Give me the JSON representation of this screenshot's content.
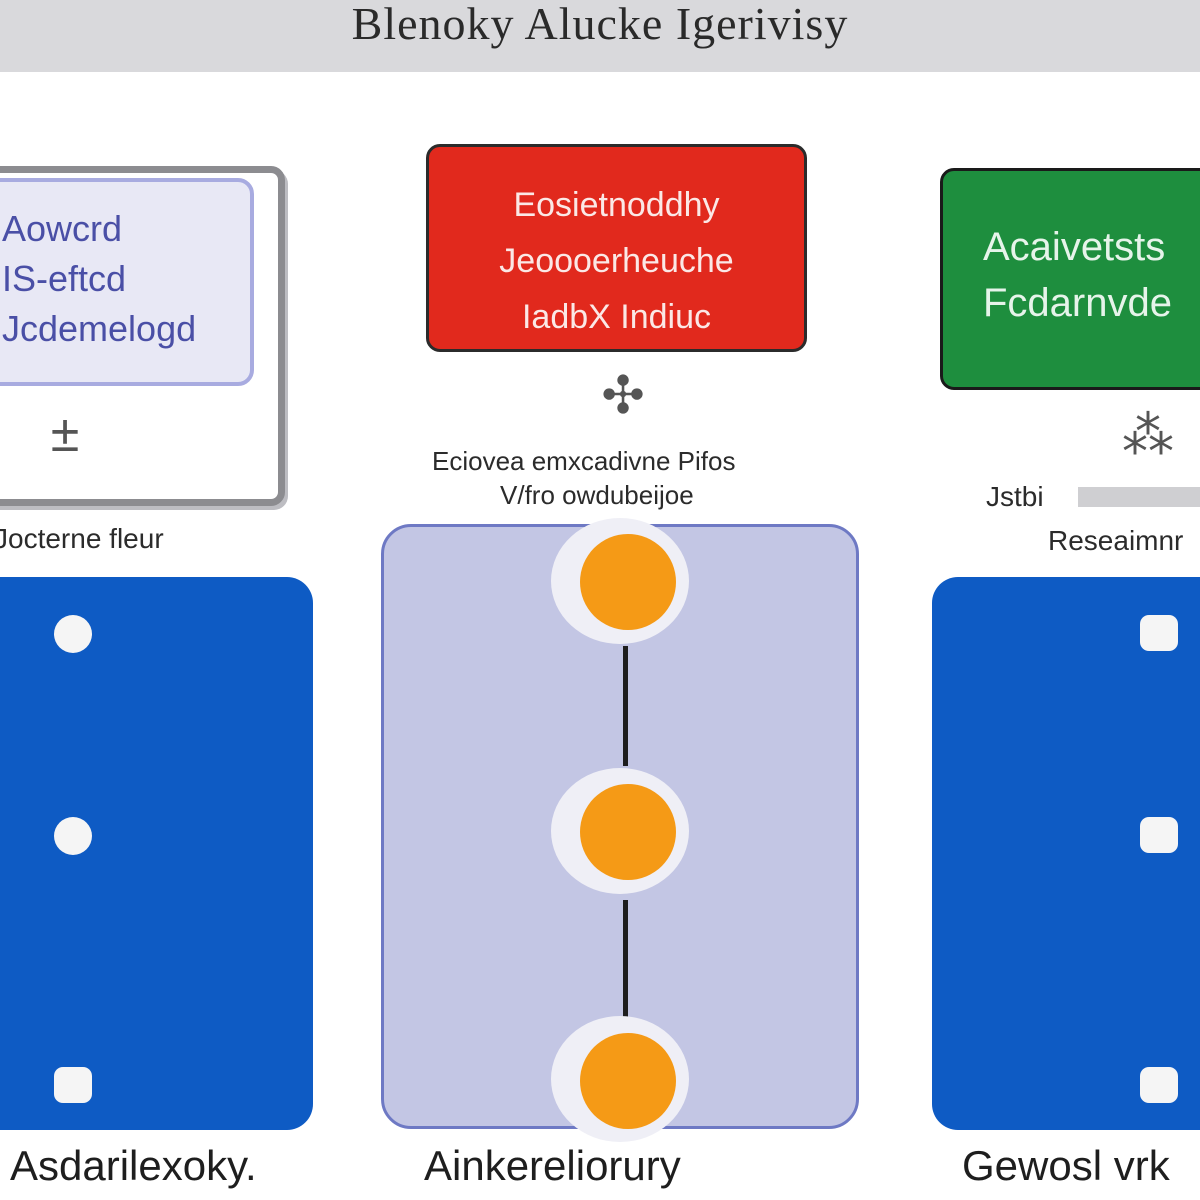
{
  "title": "Blenoky Alucke Igerivisy",
  "top_left_box": {
    "lines": [
      "Aowcrd",
      "IS-eftcd",
      "Jcdemelogd"
    ],
    "symbol": "±",
    "caption": "Jocterne fleur"
  },
  "top_center_box": {
    "lines": [
      "Eosietnoddhy",
      "Jeoooerheuche",
      "IadbX Indiuc"
    ],
    "symbol": "✣",
    "caption_lines": [
      "Eciovea emxcadivne Pifos",
      "V/fro owdubeijoe"
    ]
  },
  "top_right_box": {
    "lines": [
      "Acaivetsts",
      "Fcdarnvde"
    ],
    "symbol": "⁂",
    "caption_lines": [
      "Jstbi",
      "Reseaimnr"
    ]
  },
  "bottom_labels": {
    "left": "Asdarilexoky.",
    "center": "Ainkereliorury",
    "right": "Gewosl vrk"
  },
  "colors": {
    "red_box": "#e1291d",
    "green_box": "#1e8e3e",
    "blue_panel": "#0e5bc4",
    "center_panel": "#c3c6e4",
    "node": "#f59a16"
  }
}
